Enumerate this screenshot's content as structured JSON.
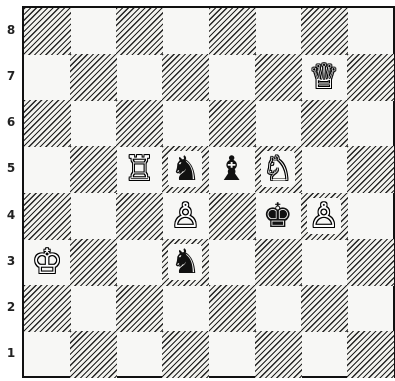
{
  "board": {
    "rank_labels": [
      "8",
      "7",
      "6",
      "5",
      "4",
      "3",
      "2",
      "1"
    ],
    "pieces": [
      {
        "square": "g7",
        "name": "white-queen",
        "color": "white",
        "glyph": "♕"
      },
      {
        "square": "c5",
        "name": "white-rook",
        "color": "white",
        "glyph": "♖"
      },
      {
        "square": "d5",
        "name": "black-knight",
        "color": "black",
        "glyph": "♞"
      },
      {
        "square": "e5",
        "name": "black-bishop",
        "color": "black",
        "glyph": "♝"
      },
      {
        "square": "f5",
        "name": "white-knight",
        "color": "white",
        "glyph": "♘"
      },
      {
        "square": "d4",
        "name": "white-pawn",
        "color": "white",
        "glyph": "♙"
      },
      {
        "square": "f4",
        "name": "black-king",
        "color": "black",
        "glyph": "♚"
      },
      {
        "square": "g4",
        "name": "white-pawn",
        "color": "white",
        "glyph": "♙"
      },
      {
        "square": "a3",
        "name": "white-king",
        "color": "white",
        "glyph": "♔"
      },
      {
        "square": "d3",
        "name": "black-knight",
        "color": "black",
        "glyph": "♞"
      }
    ],
    "colors": {
      "line": "#222222",
      "light": "#f7f7f5"
    }
  }
}
